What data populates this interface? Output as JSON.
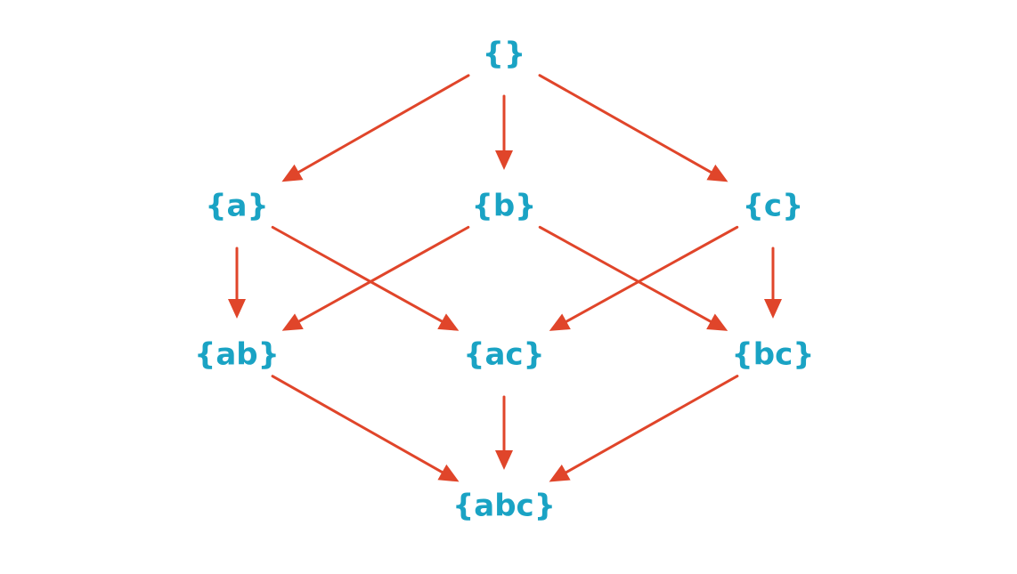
{
  "colors": {
    "node": "#1aa3c4",
    "edge": "#e0452a"
  },
  "nodes": [
    {
      "id": "empty",
      "label": "{}"
    },
    {
      "id": "a",
      "label": "{a}"
    },
    {
      "id": "b",
      "label": "{b}"
    },
    {
      "id": "c",
      "label": "{c}"
    },
    {
      "id": "ab",
      "label": "{ab}"
    },
    {
      "id": "ac",
      "label": "{ac}"
    },
    {
      "id": "bc",
      "label": "{bc}"
    },
    {
      "id": "abc",
      "label": "{abc}"
    }
  ],
  "edges": [
    {
      "from": "empty",
      "to": "a"
    },
    {
      "from": "empty",
      "to": "b"
    },
    {
      "from": "empty",
      "to": "c"
    },
    {
      "from": "a",
      "to": "ab"
    },
    {
      "from": "a",
      "to": "ac"
    },
    {
      "from": "b",
      "to": "ab"
    },
    {
      "from": "b",
      "to": "bc"
    },
    {
      "from": "c",
      "to": "ac"
    },
    {
      "from": "c",
      "to": "bc"
    },
    {
      "from": "ab",
      "to": "abc"
    },
    {
      "from": "ac",
      "to": "abc"
    },
    {
      "from": "bc",
      "to": "abc"
    }
  ]
}
